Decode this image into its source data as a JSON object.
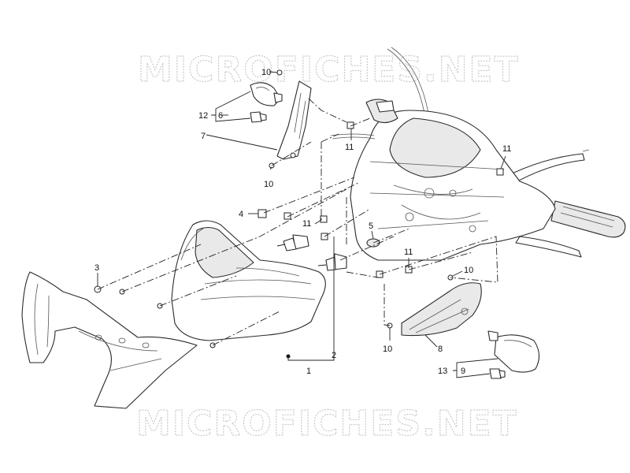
{
  "watermark": {
    "top_text": "MICROFICHES.NET",
    "bottom_text": "MICROFICHES.NET"
  },
  "callouts": [
    {
      "id": "c10a",
      "label": "10"
    },
    {
      "id": "c12",
      "label": "12"
    },
    {
      "id": "c6",
      "label": "6"
    },
    {
      "id": "c7",
      "label": "7"
    },
    {
      "id": "c10b",
      "label": "10"
    },
    {
      "id": "c11a",
      "label": "11"
    },
    {
      "id": "c11b",
      "label": "11"
    },
    {
      "id": "c4",
      "label": "4"
    },
    {
      "id": "c11c",
      "label": "11"
    },
    {
      "id": "c5",
      "label": "5"
    },
    {
      "id": "c11d",
      "label": "11"
    },
    {
      "id": "c3",
      "label": "3"
    },
    {
      "id": "c10c",
      "label": "10"
    },
    {
      "id": "c10d",
      "label": "10"
    },
    {
      "id": "c8",
      "label": "8"
    },
    {
      "id": "c2",
      "label": "2"
    },
    {
      "id": "c1",
      "label": "1"
    },
    {
      "id": "c13",
      "label": "13"
    },
    {
      "id": "c9",
      "label": "9"
    }
  ]
}
